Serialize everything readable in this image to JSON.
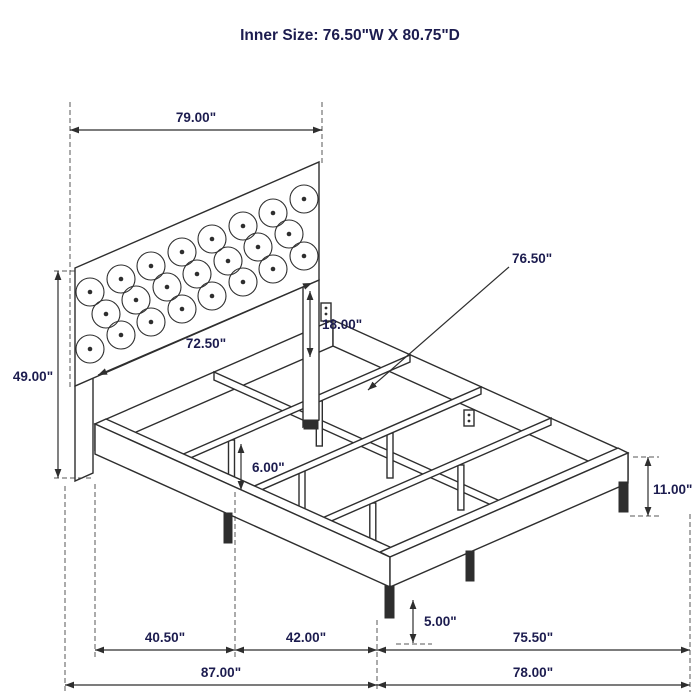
{
  "title": "Inner Size: 76.50\"W X 80.75\"D",
  "colors": {
    "text": "#1c1c4f",
    "line": "#2e2e2e",
    "background": "#ffffff"
  },
  "dimensions": {
    "headboard_width": "79.00\"",
    "inner_width": "76.50\"",
    "headboard_panel_width": "72.50\"",
    "headboard_panel_height": "18.00\"",
    "headboard_height": "49.00\"",
    "center_leg_height": "6.00\"",
    "side_rail_height": "11.00\"",
    "foot_leg_height": "5.00\"",
    "bottom_segment_left": "40.50\"",
    "bottom_segment_center": "42.00\"",
    "bottom_segment_right": "75.50\"",
    "overall_left": "87.00\"",
    "overall_right": "78.00\""
  }
}
